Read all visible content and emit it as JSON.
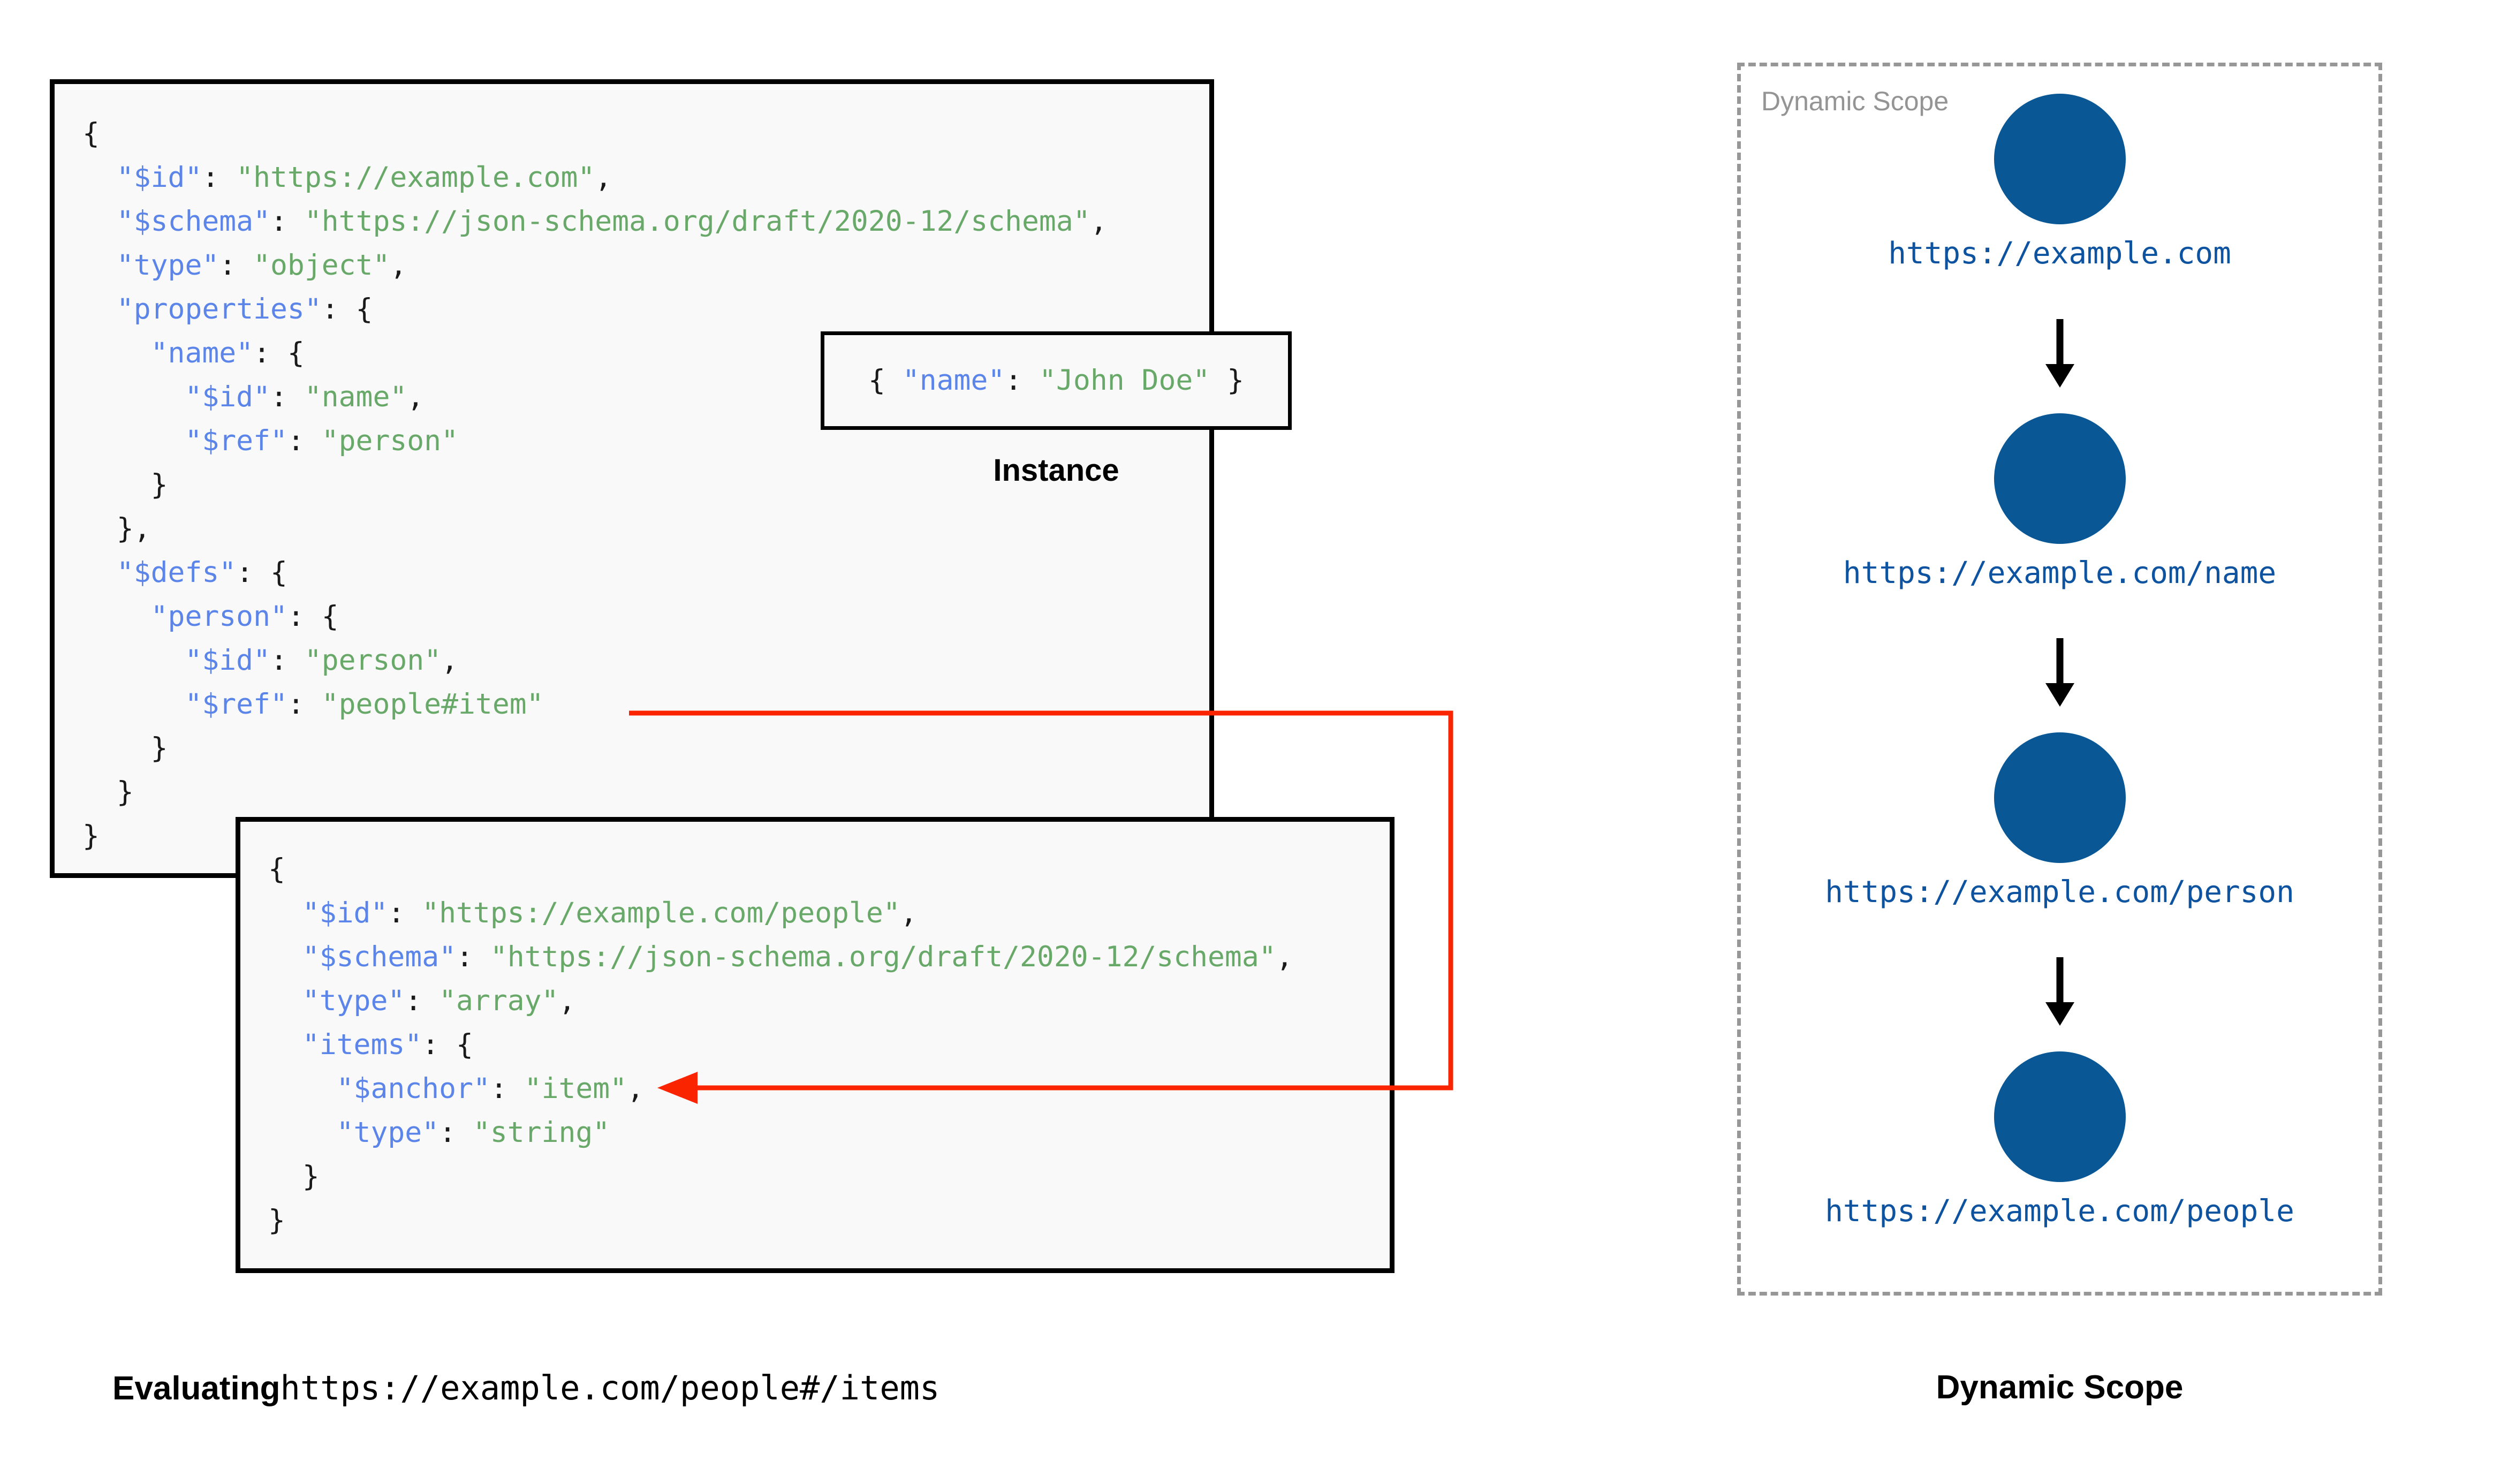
{
  "colors": {
    "json_key": "#5c85ea",
    "json_string": "#68a868",
    "punctuation": "#1a1a1a",
    "node_blue": "#0a5795",
    "node_label_blue": "#0d53a0",
    "red_arrow": "#fa2400",
    "dashed_border": "#979797",
    "scope_inner_label": "#949494",
    "box_border": "#000000",
    "box_fill": "#f9f9f9"
  },
  "root_schema": {
    "name": "root-schema",
    "lines": [
      [
        {
          "t": "{",
          "c": "p"
        }
      ],
      [
        {
          "t": "  ",
          "c": "p"
        },
        {
          "t": "\"$id\"",
          "c": "k"
        },
        {
          "t": ": ",
          "c": "p"
        },
        {
          "t": "\"https://example.com\"",
          "c": "s"
        },
        {
          "t": ",",
          "c": "p"
        }
      ],
      [
        {
          "t": "  ",
          "c": "p"
        },
        {
          "t": "\"$schema\"",
          "c": "k"
        },
        {
          "t": ": ",
          "c": "p"
        },
        {
          "t": "\"https://json-schema.org/draft/2020-12/schema\"",
          "c": "s"
        },
        {
          "t": ",",
          "c": "p"
        }
      ],
      [
        {
          "t": "  ",
          "c": "p"
        },
        {
          "t": "\"type\"",
          "c": "k"
        },
        {
          "t": ": ",
          "c": "p"
        },
        {
          "t": "\"object\"",
          "c": "s"
        },
        {
          "t": ",",
          "c": "p"
        }
      ],
      [
        {
          "t": "  ",
          "c": "p"
        },
        {
          "t": "\"properties\"",
          "c": "k"
        },
        {
          "t": ": {",
          "c": "p"
        }
      ],
      [
        {
          "t": "    ",
          "c": "p"
        },
        {
          "t": "\"name\"",
          "c": "k"
        },
        {
          "t": ": {",
          "c": "p"
        }
      ],
      [
        {
          "t": "      ",
          "c": "p"
        },
        {
          "t": "\"$id\"",
          "c": "k"
        },
        {
          "t": ": ",
          "c": "p"
        },
        {
          "t": "\"name\"",
          "c": "s"
        },
        {
          "t": ",",
          "c": "p"
        }
      ],
      [
        {
          "t": "      ",
          "c": "p"
        },
        {
          "t": "\"$ref\"",
          "c": "k"
        },
        {
          "t": ": ",
          "c": "p"
        },
        {
          "t": "\"person\"",
          "c": "s"
        }
      ],
      [
        {
          "t": "    }",
          "c": "p"
        }
      ],
      [
        {
          "t": "  },",
          "c": "p"
        }
      ],
      [
        {
          "t": "  ",
          "c": "p"
        },
        {
          "t": "\"$defs\"",
          "c": "k"
        },
        {
          "t": ": {",
          "c": "p"
        }
      ],
      [
        {
          "t": "    ",
          "c": "p"
        },
        {
          "t": "\"person\"",
          "c": "k"
        },
        {
          "t": ": {",
          "c": "p"
        }
      ],
      [
        {
          "t": "      ",
          "c": "p"
        },
        {
          "t": "\"$id\"",
          "c": "k"
        },
        {
          "t": ": ",
          "c": "p"
        },
        {
          "t": "\"person\"",
          "c": "s"
        },
        {
          "t": ",",
          "c": "p"
        }
      ],
      [
        {
          "t": "      ",
          "c": "p"
        },
        {
          "t": "\"$ref\"",
          "c": "k"
        },
        {
          "t": ": ",
          "c": "p"
        },
        {
          "t": "\"people#item\"",
          "c": "s"
        }
      ],
      [
        {
          "t": "    }",
          "c": "p"
        }
      ],
      [
        {
          "t": "  }",
          "c": "p"
        }
      ],
      [
        {
          "t": "}",
          "c": "p"
        }
      ]
    ]
  },
  "instance": {
    "name": "instance",
    "label": "Instance",
    "lines": [
      [
        {
          "t": "{ ",
          "c": "p"
        },
        {
          "t": "\"name\"",
          "c": "k"
        },
        {
          "t": ": ",
          "c": "p"
        },
        {
          "t": "\"John Doe\"",
          "c": "s"
        },
        {
          "t": " }",
          "c": "p"
        }
      ]
    ]
  },
  "people_schema": {
    "name": "people-schema",
    "lines": [
      [
        {
          "t": "{",
          "c": "p"
        }
      ],
      [
        {
          "t": "  ",
          "c": "p"
        },
        {
          "t": "\"$id\"",
          "c": "k"
        },
        {
          "t": ": ",
          "c": "p"
        },
        {
          "t": "\"https://example.com/people\"",
          "c": "s"
        },
        {
          "t": ",",
          "c": "p"
        }
      ],
      [
        {
          "t": "  ",
          "c": "p"
        },
        {
          "t": "\"$schema\"",
          "c": "k"
        },
        {
          "t": ": ",
          "c": "p"
        },
        {
          "t": "\"https://json-schema.org/draft/2020-12/schema\"",
          "c": "s"
        },
        {
          "t": ",",
          "c": "p"
        }
      ],
      [
        {
          "t": "  ",
          "c": "p"
        },
        {
          "t": "\"type\"",
          "c": "k"
        },
        {
          "t": ": ",
          "c": "p"
        },
        {
          "t": "\"array\"",
          "c": "s"
        },
        {
          "t": ",",
          "c": "p"
        }
      ],
      [
        {
          "t": "  ",
          "c": "p"
        },
        {
          "t": "\"items\"",
          "c": "k"
        },
        {
          "t": ": {",
          "c": "p"
        }
      ],
      [
        {
          "t": "    ",
          "c": "p"
        },
        {
          "t": "\"$anchor\"",
          "c": "k"
        },
        {
          "t": ": ",
          "c": "p"
        },
        {
          "t": "\"item\"",
          "c": "s"
        },
        {
          "t": ",",
          "c": "p"
        }
      ],
      [
        {
          "t": "    ",
          "c": "p"
        },
        {
          "t": "\"type\"",
          "c": "k"
        },
        {
          "t": ": ",
          "c": "p"
        },
        {
          "t": "\"string\"",
          "c": "s"
        }
      ],
      [
        {
          "t": "  }",
          "c": "p"
        }
      ],
      [
        {
          "t": "}",
          "c": "p"
        }
      ]
    ]
  },
  "dynamic_scope": {
    "inner_label": "Dynamic Scope",
    "caption": "Dynamic Scope",
    "nodes": [
      {
        "url": "https://example.com"
      },
      {
        "url": "https://example.com/name"
      },
      {
        "url": "https://example.com/person"
      },
      {
        "url": "https://example.com/people"
      }
    ]
  },
  "evaluating_caption": {
    "label": "Evaluating",
    "uri": "https://example.com/people#/items"
  },
  "connector": {
    "name": "ref-resolution-arrow",
    "from_text": "\"$ref\": \"people#item\"",
    "to_text": "\"$anchor\": \"item\""
  }
}
